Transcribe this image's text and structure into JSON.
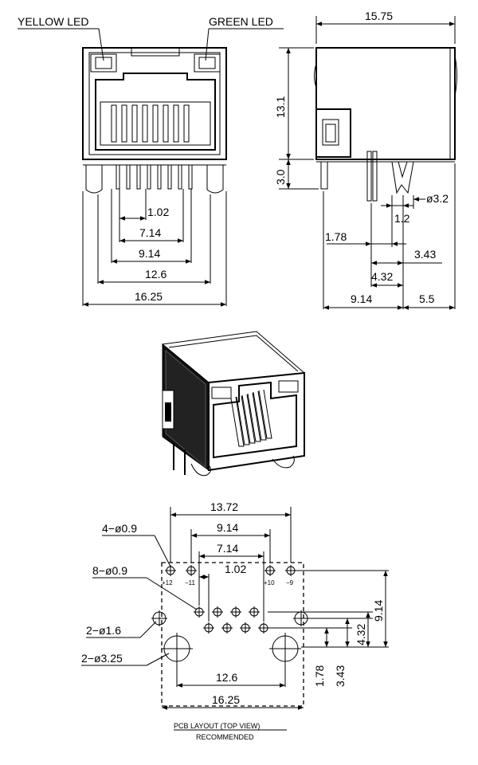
{
  "front_view": {
    "yellow_led": "YELLOW LED",
    "green_led": "GREEN LED",
    "dims": {
      "pitch": "1.02",
      "span_714": "7.14",
      "span_914": "9.14",
      "span_126": "12.6",
      "width": "16.25"
    }
  },
  "side_view": {
    "dims": {
      "depth": "15.75",
      "height": "13.1",
      "pin_len": "3.0",
      "peg_dia": "ø3.2",
      "d12": "1.2",
      "d178": "1.78",
      "d343": "3.43",
      "d432": "4.32",
      "d914": "9.14",
      "d55": "5.5"
    }
  },
  "pcb_layout": {
    "dims": {
      "span_1372": "13.72",
      "span_914": "9.14",
      "span_714": "7.14",
      "pitch": "1.02",
      "span_126": "12.6",
      "width": "16.25",
      "v914": "9.14",
      "v432": "4.32",
      "v343": "3.43",
      "v178": "1.78"
    },
    "callouts": {
      "led_holes": "4−ø0.9",
      "signal_holes": "8−ø0.9",
      "small_holes": "2−ø1.6",
      "peg_holes": "2−ø3.25"
    },
    "pin_labels": {
      "p12": "+12",
      "p11": "−11",
      "p10": "+10",
      "p9": "−9"
    },
    "caption": "PCB LAYOUT (TOP VIEW)",
    "subcaption": "RECOMMENDED"
  }
}
